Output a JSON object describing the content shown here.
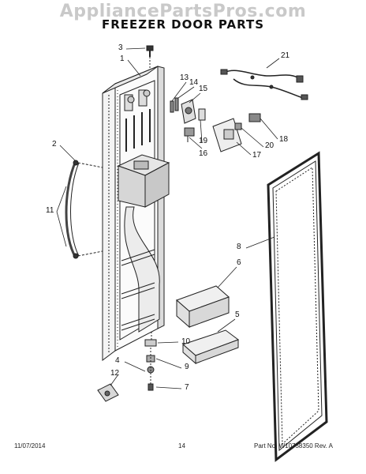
{
  "watermark": "AppliancePartsPros.com",
  "title": "FREEZER DOOR PARTS",
  "callouts": {
    "c1": "1",
    "c2": "2",
    "c3": "3",
    "c4": "4",
    "c5": "5",
    "c6": "6",
    "c7": "7",
    "c8": "8",
    "c9": "9",
    "c10": "10",
    "c11": "11",
    "c12": "12",
    "c13": "13",
    "c14": "14",
    "c15": "15",
    "c16": "16",
    "c17": "17",
    "c18": "18",
    "c19": "19",
    "c20": "20",
    "c21": "21"
  },
  "footer": {
    "date": "11/07/2014",
    "page": "14",
    "part_no": "Part No. W10758350  Rev. A"
  }
}
